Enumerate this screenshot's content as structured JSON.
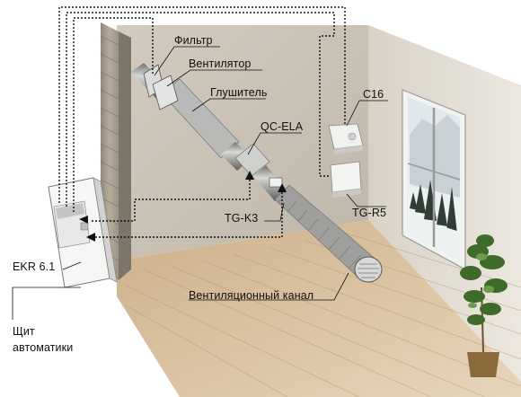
{
  "labels": {
    "filter": "Фильтр",
    "fan": "Вентилятор",
    "silencer": "Глушитель",
    "qc_ela": "QC-ELA",
    "c16": "C16",
    "tg_r5": "TG-R5",
    "tg_k3": "TG-K3",
    "ekr": "EKR 6.1",
    "duct": "Вентиляционный канал",
    "panel_line1": "Щит",
    "panel_line2": "автоматики"
  },
  "colors": {
    "back_wall": "#c9c1b4",
    "side_wall": "#ddd7cc",
    "floor": "#c7a982",
    "brick": "#b4a998",
    "duct_metal": "#a8a8a6",
    "cable": "#111111"
  }
}
